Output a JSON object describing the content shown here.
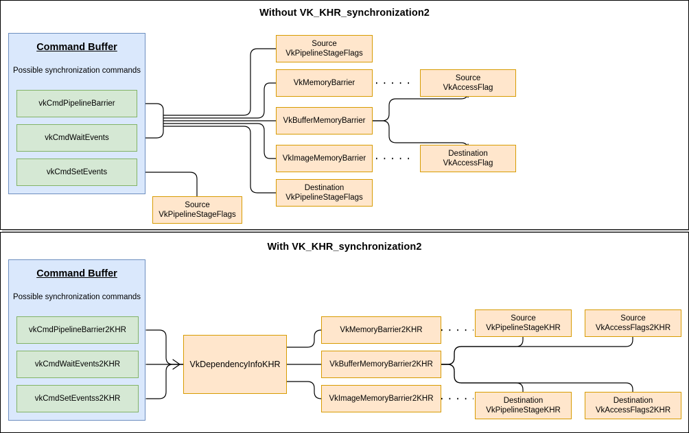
{
  "diagram": {
    "type": "flowchart",
    "sections": [
      {
        "id": "without",
        "title": "Without VK_KHR_synchronization2"
      },
      {
        "id": "with",
        "title": "With VK_KHR_synchronization2"
      }
    ]
  },
  "top": {
    "title": "Without VK_KHR_synchronization2",
    "command_buffer": {
      "heading": "Command Buffer",
      "subheading_line1": "Possible synchronization",
      "subheading_line2": "commands",
      "commands": [
        {
          "label": "vkCmdPipelineBarrier"
        },
        {
          "label": "vkCmdWaitEvents"
        },
        {
          "label": "vkCmdSetEvents"
        }
      ]
    },
    "structs": [
      {
        "line1": "Source",
        "line2": "VkPipelineStageFlags"
      },
      {
        "line1": "VkMemoryBarrier",
        "line2": ""
      },
      {
        "line1": "VkBufferMemoryBarrier",
        "line2": ""
      },
      {
        "line1": "VkImageMemoryBarrier",
        "line2": ""
      },
      {
        "line1": "Destination",
        "line2": "VkPipelineStageFlags"
      }
    ],
    "source_stage_flags": {
      "line1": "Source",
      "line2": "VkPipelineStageFlags"
    },
    "access_flags": [
      {
        "line1": "Source",
        "line2": "VkAccessFlag"
      },
      {
        "line1": "Destination",
        "line2": "VkAccessFlag"
      }
    ]
  },
  "bottom": {
    "title": "With VK_KHR_synchronization2",
    "command_buffer": {
      "heading": "Command Buffer",
      "subheading_line1": "Possible synchronization",
      "subheading_line2": "commands",
      "commands": [
        {
          "label": "vkCmdPipelineBarrier2KHR"
        },
        {
          "label": "vkCmdWaitEvents2KHR"
        },
        {
          "label": "vkCmdSetEventss2KHR"
        }
      ]
    },
    "dependency_info": {
      "label": "VkDependencyInfoKHR"
    },
    "barriers": [
      {
        "label": "VkMemoryBarrier2KHR"
      },
      {
        "label": "VkBufferMemoryBarrier2KHR"
      },
      {
        "label": "VkImageMemoryBarrier2KHR"
      }
    ],
    "flags": [
      {
        "line1": "Source",
        "line2": "VkPipelineStageKHR"
      },
      {
        "line1": "Source",
        "line2": "VkAccessFlags2KHR"
      },
      {
        "line1": "Destination",
        "line2": "VkPipelineStageKHR"
      },
      {
        "line1": "Destination",
        "line2": "VkAccessFlags2KHR"
      }
    ]
  },
  "colors": {
    "orange_fill": "#ffe6cc",
    "orange_border": "#d79b00",
    "green_fill": "#d5e8d4",
    "green_border": "#82b366",
    "blue_fill": "#dae8fc",
    "blue_border": "#6c8ebf",
    "edge": "#000000",
    "background": "#ffffff"
  }
}
